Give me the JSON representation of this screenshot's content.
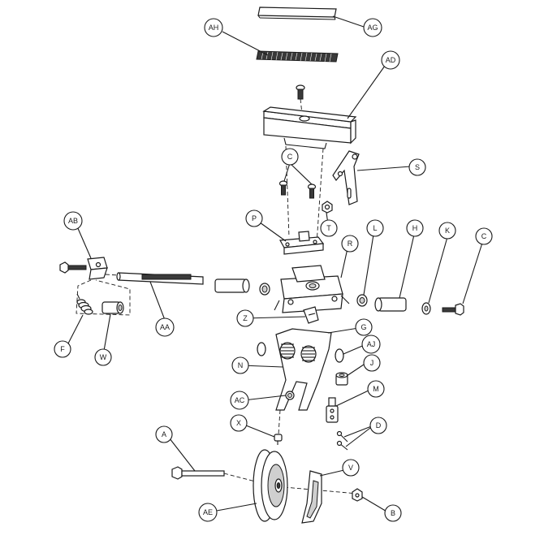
{
  "callouts": [
    {
      "id": "ag",
      "label": "AG"
    },
    {
      "id": "ah",
      "label": "AH"
    },
    {
      "id": "ad",
      "label": "AD"
    },
    {
      "id": "c1",
      "label": "C"
    },
    {
      "id": "s",
      "label": "S"
    },
    {
      "id": "ab",
      "label": "AB"
    },
    {
      "id": "p",
      "label": "P"
    },
    {
      "id": "t",
      "label": "T"
    },
    {
      "id": "l",
      "label": "L"
    },
    {
      "id": "h",
      "label": "H"
    },
    {
      "id": "k",
      "label": "K"
    },
    {
      "id": "c2",
      "label": "C"
    },
    {
      "id": "r",
      "label": "R"
    },
    {
      "id": "z",
      "label": "Z"
    },
    {
      "id": "g",
      "label": "G"
    },
    {
      "id": "aa",
      "label": "AA"
    },
    {
      "id": "f",
      "label": "F"
    },
    {
      "id": "w",
      "label": "W"
    },
    {
      "id": "n",
      "label": "N"
    },
    {
      "id": "aj",
      "label": "AJ"
    },
    {
      "id": "j",
      "label": "J"
    },
    {
      "id": "m",
      "label": "M"
    },
    {
      "id": "ac",
      "label": "AC"
    },
    {
      "id": "x",
      "label": "X"
    },
    {
      "id": "d",
      "label": "D"
    },
    {
      "id": "a",
      "label": "A"
    },
    {
      "id": "v",
      "label": "V"
    },
    {
      "id": "ae",
      "label": "AE"
    },
    {
      "id": "b",
      "label": "B"
    }
  ]
}
